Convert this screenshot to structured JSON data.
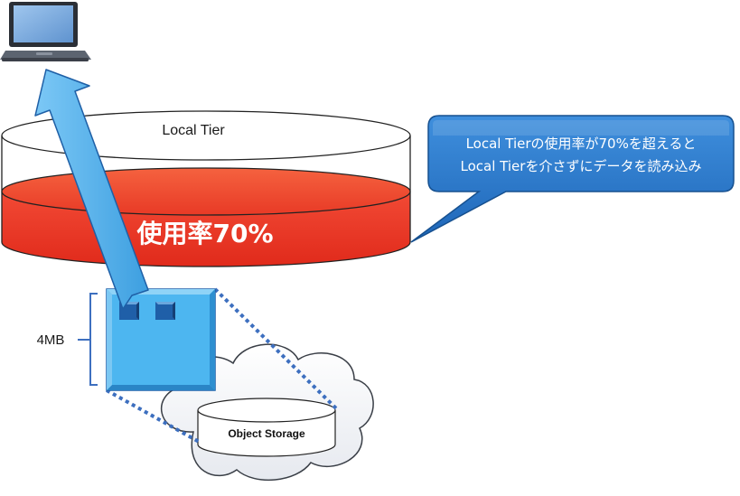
{
  "tier": {
    "label": "Local Tier",
    "usage_text": "使用率70%",
    "usage_fraction": 0.7
  },
  "callout": {
    "line1": "Local Tierの使用率が70%を超えると",
    "line2": "Local Tierを介さずにデータを読み込み"
  },
  "block": {
    "size_label": "4MB"
  },
  "storage": {
    "label": "Object Storage"
  },
  "icons": {
    "client": "laptop-icon",
    "read_path": "arrow-up-icon",
    "storage": "cloud-icon"
  },
  "colors": {
    "usage_fill": "#ee3124",
    "block_fill": "#4db6f0",
    "block_dark": "#1f5fa8",
    "callout_fill": "#2a77c9",
    "arrow_fill": "#55b4ee",
    "dotted_line": "#3d6fbf"
  }
}
